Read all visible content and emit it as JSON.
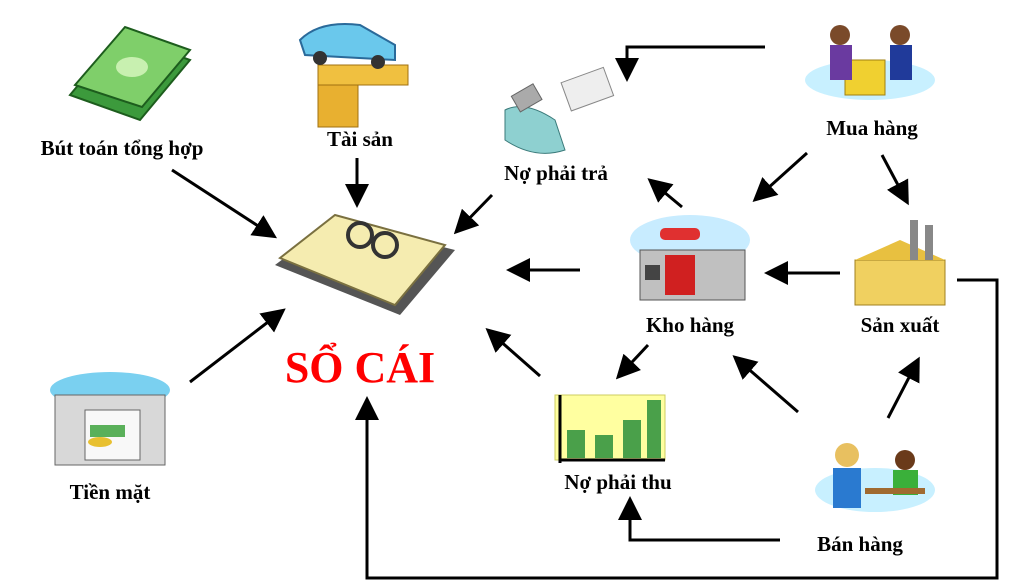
{
  "title": "SỔ CÁI",
  "nodes": {
    "but_toan": "Bút toán tổng hợp",
    "tai_san": "Tài sản",
    "no_phai_tra": "Nợ phải trả",
    "mua_hang": "Mua hàng",
    "kho_hang": "Kho hàng",
    "san_xuat": "Sản xuất",
    "tien_mat": "Tiền mặt",
    "no_phai_thu": "Nợ phải thu",
    "ban_hang": "Bán hàng"
  },
  "colors": {
    "title": "#ff0000",
    "arrow": "#000000"
  }
}
